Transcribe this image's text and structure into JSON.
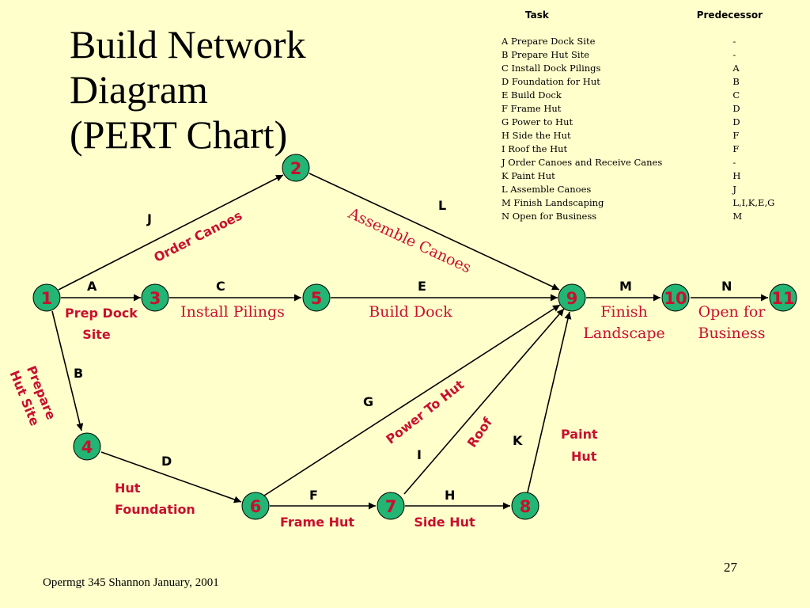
{
  "slide": {
    "title_lines": [
      "Build Network",
      "Diagram",
      "(PERT Chart)"
    ],
    "footer": "Opermgt 345 Shannon   January, 2001",
    "page_number": "27"
  },
  "task_table": {
    "headers": {
      "task": "Task",
      "predecessor": "Predecessor"
    },
    "rows": [
      {
        "task": "A    Prepare Dock Site",
        "predecessor": "-"
      },
      {
        "task": "B    Prepare Hut Site",
        "predecessor": "-"
      },
      {
        "task": "C   Install Dock Pilings",
        "predecessor": "A"
      },
      {
        "task": "D  Foundation for Hut",
        "predecessor": "B"
      },
      {
        "task": "E   Build Dock",
        "predecessor": "C"
      },
      {
        "task": "F   Frame Hut",
        "predecessor": "D"
      },
      {
        "task": "G   Power to Hut",
        "predecessor": "D"
      },
      {
        "task": "H  Side the Hut",
        "predecessor": "F"
      },
      {
        "task": "I    Roof the Hut",
        "predecessor": "F"
      },
      {
        "task": "J   Order Canoes and Receive Canes",
        "predecessor": "-"
      },
      {
        "task": "K   Paint Hut",
        "predecessor": "H"
      },
      {
        "task": "L   Assemble Canoes",
        "predecessor": "J"
      },
      {
        "task": "M  Finish Landscaping",
        "predecessor": "L,I,K,E,G"
      },
      {
        "task": "N   Open for Business",
        "predecessor": "M"
      }
    ]
  },
  "colors": {
    "background": "#FFFFCC",
    "node_fill": "#22B573",
    "node_number": "#C8102E",
    "red_label": "#C8102E",
    "black": "#000000"
  },
  "diagram": {
    "nodes": [
      "1",
      "2",
      "3",
      "4",
      "5",
      "6",
      "7",
      "8",
      "9",
      "10",
      "11"
    ],
    "activity_letters": [
      "A",
      "B",
      "C",
      "D",
      "E",
      "F",
      "G",
      "H",
      "I",
      "J",
      "K",
      "L",
      "M",
      "N"
    ],
    "labels": {
      "prep_dock_site": [
        "Prep Dock",
        "Site"
      ],
      "install_pilings": "Install Pilings",
      "build_dock": "Build Dock",
      "finish_landscape": [
        "Finish",
        "Landscape"
      ],
      "open_for_business": [
        "Open for",
        "Business"
      ],
      "prepare_hut_site": [
        "Prepare",
        "Hut Site"
      ],
      "order_canoes": "Order Canoes",
      "assemble_canoes": "Assemble Canoes",
      "hut_foundation": [
        "Hut",
        "Foundation"
      ],
      "frame_hut": "Frame Hut",
      "side_hut": "Side Hut",
      "power_to_hut": "Power To Hut",
      "roof": "Roof",
      "paint_hut": [
        "Paint",
        "Hut"
      ]
    }
  }
}
